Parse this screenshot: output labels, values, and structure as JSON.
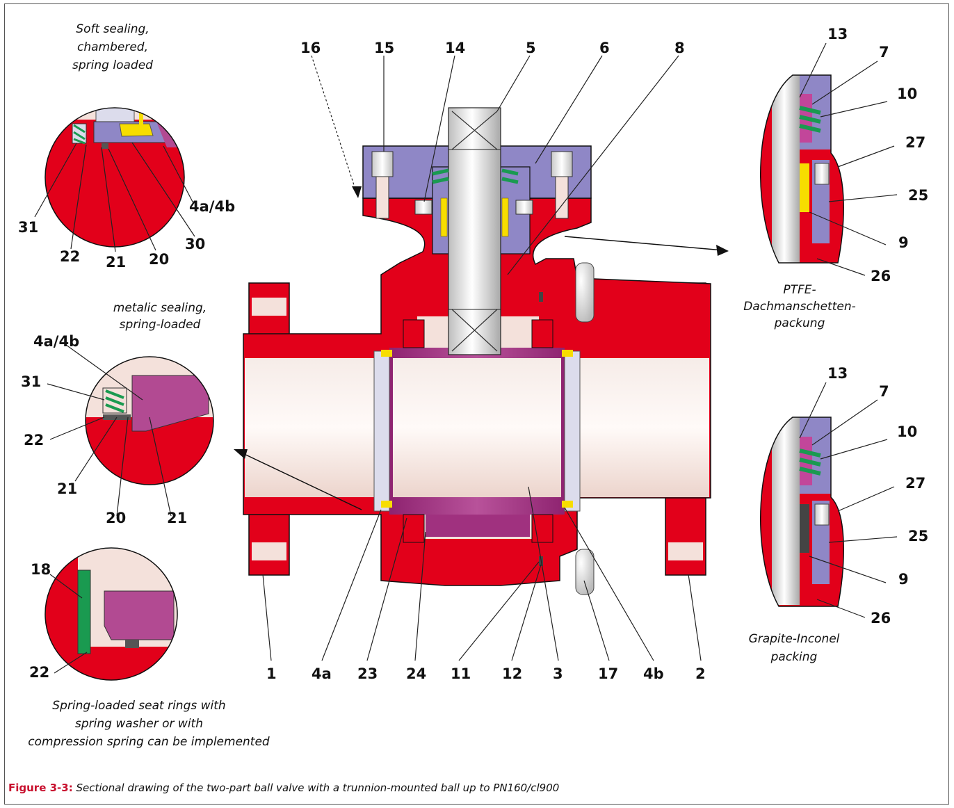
{
  "figure": {
    "label": "Figure 3-3:",
    "text": "Sectional drawing of the two-part ball valve with a trunnion-mounted ball up to PN160/cl900"
  },
  "details": {
    "soft": {
      "title": [
        "Soft sealing,",
        "chambered,",
        "spring loaded"
      ],
      "labels": [
        "31",
        "22",
        "21",
        "20",
        "30",
        "4a/4b"
      ]
    },
    "metal": {
      "title": [
        "metalic sealing,",
        "spring-loaded"
      ],
      "labels": [
        "4a/4b",
        "31",
        "22",
        "21",
        "20",
        "21"
      ]
    },
    "washer": {
      "labels": [
        "18",
        "22"
      ],
      "note": [
        "Spring-loaded seat rings with",
        "spring washer or with",
        "compression spring can be implemented"
      ]
    },
    "ptfe": {
      "labels": [
        "13",
        "7",
        "10",
        "27",
        "25",
        "9",
        "26"
      ],
      "caption": [
        "PTFE-",
        "Dachmanschetten-",
        "packung"
      ]
    },
    "graphite": {
      "labels": [
        "13",
        "7",
        "10",
        "27",
        "25",
        "9",
        "26"
      ],
      "caption": [
        "Grapite-Inconel",
        "packing"
      ]
    }
  },
  "main": {
    "top_labels": [
      "16",
      "15",
      "14",
      "5",
      "6",
      "8"
    ],
    "bottom_labels": [
      "1",
      "4a",
      "23",
      "24",
      "11",
      "12",
      "3",
      "17",
      "4b",
      "2"
    ]
  },
  "colors": {
    "body": "#e2001a",
    "cover": "#8f87c6",
    "ball": "#a0317f",
    "bore": "#f3e4de",
    "spring": "#1a9a50",
    "yellow": "#f7dd00",
    "frame": "#555555"
  }
}
